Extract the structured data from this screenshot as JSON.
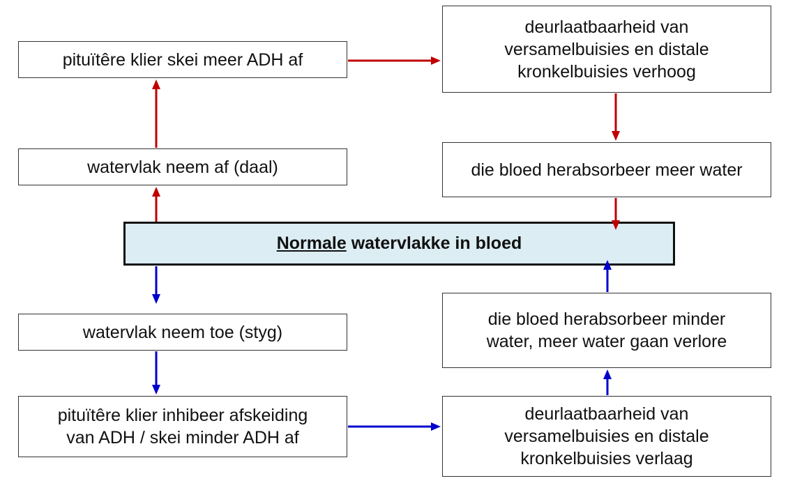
{
  "center": {
    "underlined": "Normale",
    "rest": " watervlakke in bloed",
    "fill": "#dcedf3"
  },
  "boxes": {
    "pit_more": "pituïtêre klier skei meer ADH af",
    "perm_up": [
      "deurlaatbaarheid van",
      "versamelbuisies en distale",
      "kronkelbuisies verhoog"
    ],
    "reabs_more": "die bloed herabsorbeer meer water",
    "water_down": "watervlak neem af (daal)",
    "water_up": "watervlak neem toe (styg)",
    "reabs_less": [
      "die bloed herabsorbeer minder",
      "water, meer water gaan verlore"
    ],
    "pit_inhibit": [
      "pituïtêre klier inhibeer afskeiding",
      "van ADH / skei minder ADH af"
    ],
    "perm_down": [
      "deurlaatbaarheid van",
      "versamelbuisies en distale",
      "kronkelbuisies verlaag"
    ]
  },
  "colors": {
    "red_arrow": "#c00000",
    "blue_arrow": "#0000cc"
  }
}
